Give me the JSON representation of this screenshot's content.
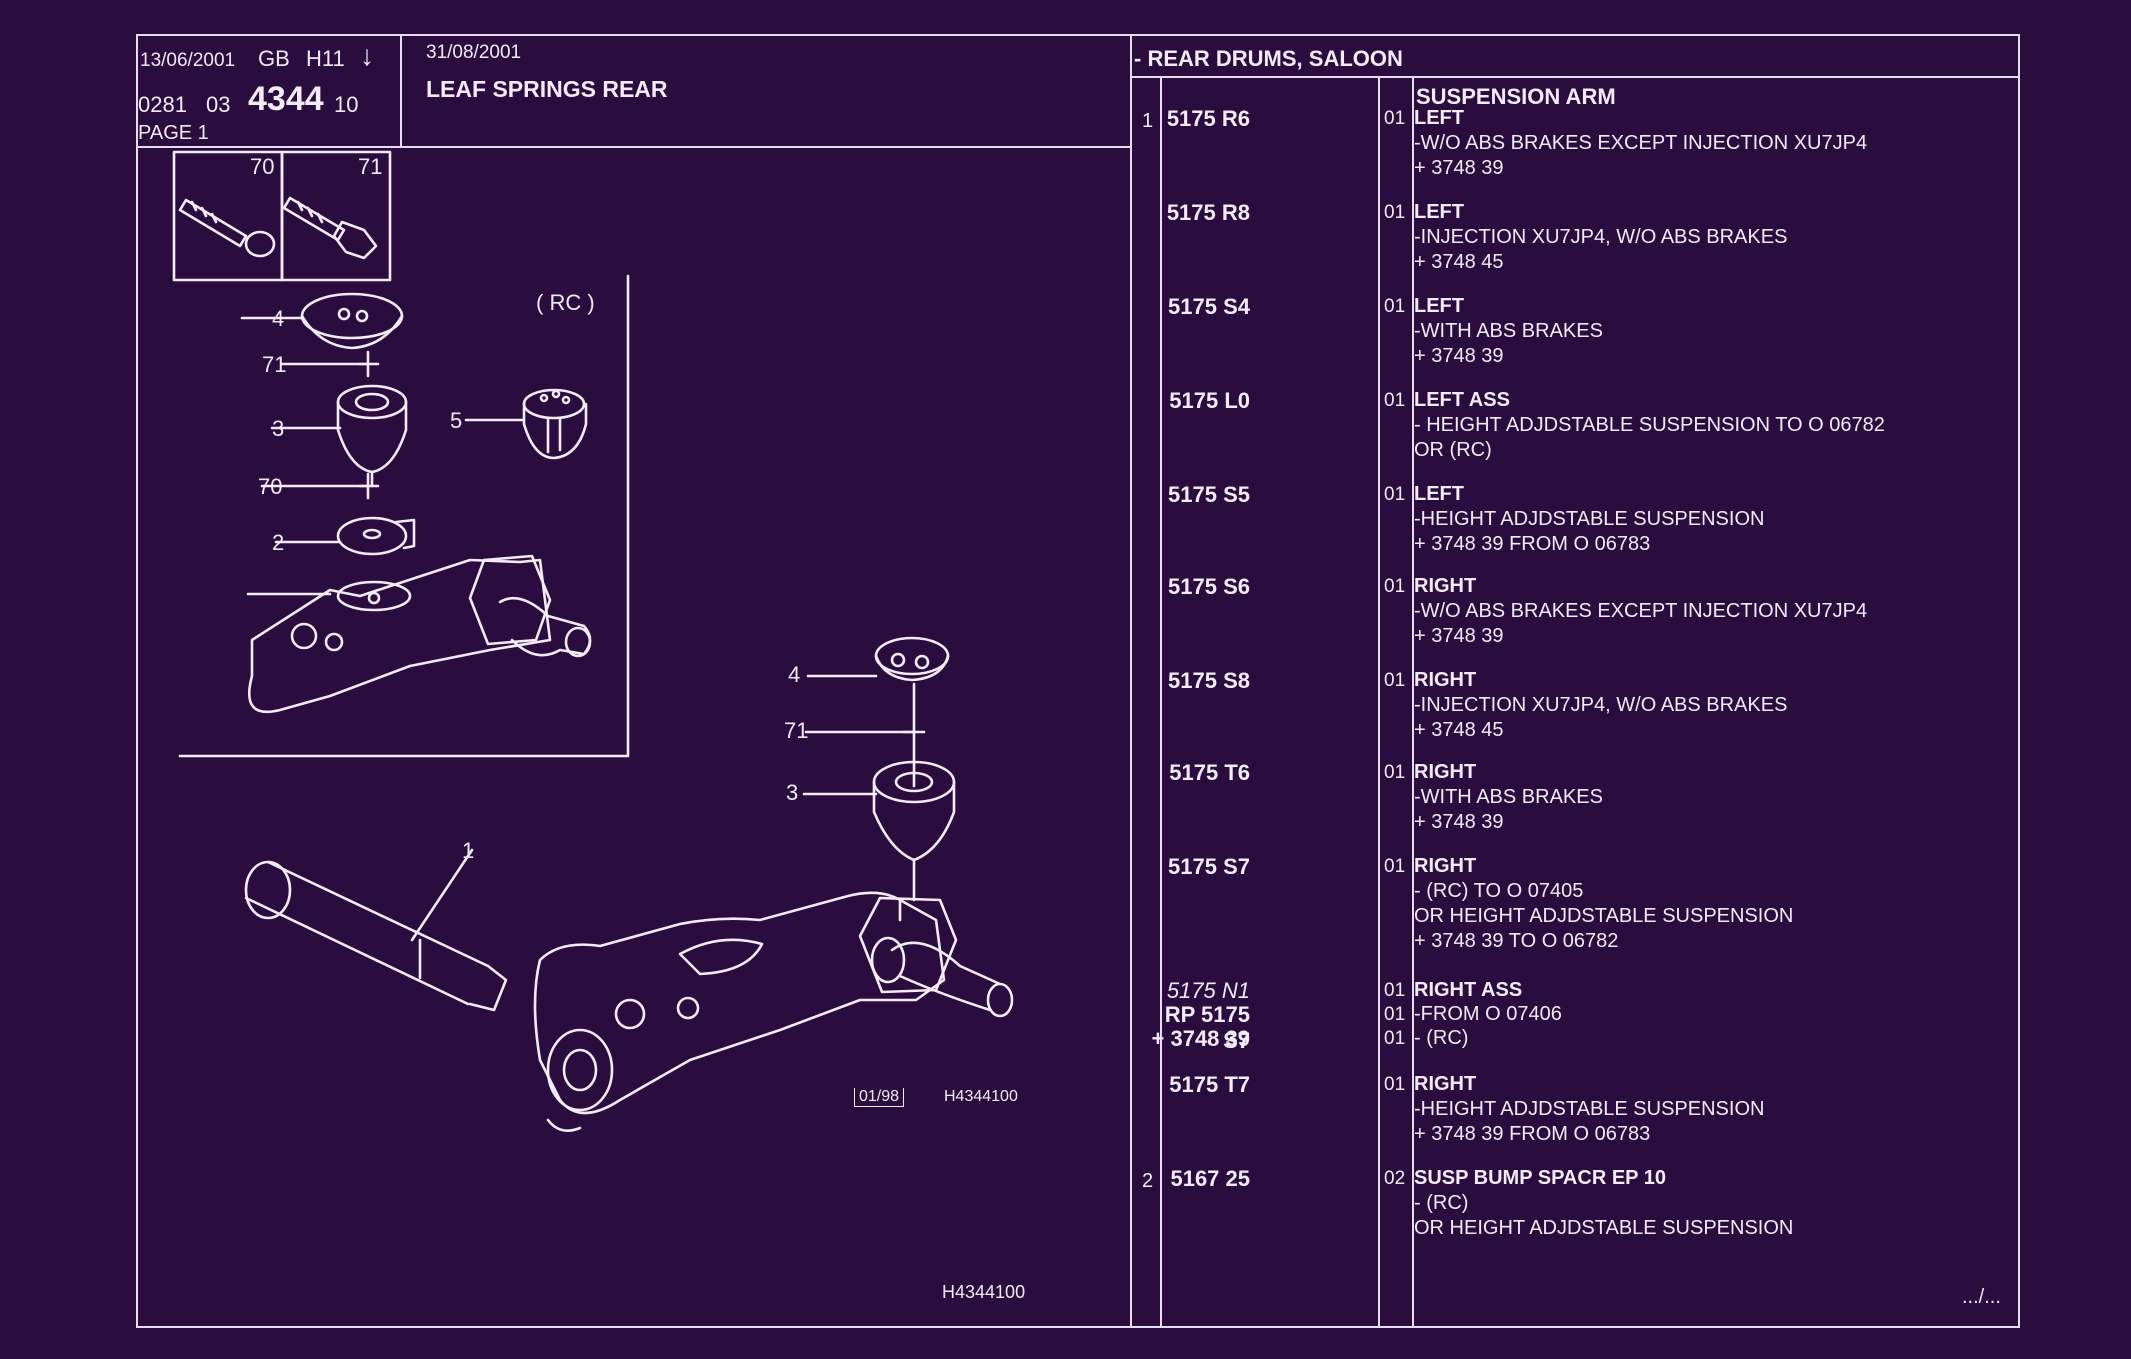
{
  "header": {
    "date1": "13/06/2001",
    "lang": "GB",
    "code": "H11",
    "arrow": "↓",
    "group": "0281",
    "sub": "03",
    "plate": "4344",
    "suffix": "10",
    "page": "PAGE 1",
    "date2": "31/08/2001",
    "title": "LEAF SPRINGS REAR",
    "section": "- REAR DRUMS, SALOON"
  },
  "diagram": {
    "rc_label": "( RC )",
    "callouts": [
      "70",
      "71",
      "4",
      "71",
      "3",
      "70",
      "2",
      "5",
      "4",
      "71",
      "3",
      "1"
    ],
    "stamp": "01/98",
    "ref_small": "H4344100",
    "ref_bottom": "H4344100"
  },
  "parts_heading": "SUSPENSION ARM",
  "rows": [
    {
      "item": "1",
      "ref": "5175 R6",
      "qty": "01",
      "lines": [
        "LEFT",
        "-W/O ABS BRAKES EXCEPT  INJECTION XU7JP4",
        "+ 3748 39"
      ]
    },
    {
      "item": "",
      "ref": "5175 R8",
      "qty": "01",
      "lines": [
        "LEFT",
        "-INJECTION XU7JP4, W/O ABS BRAKES",
        "+ 3748 45"
      ]
    },
    {
      "item": "",
      "ref": "5175 S4",
      "qty": "01",
      "lines": [
        "LEFT",
        "-WITH ABS BRAKES",
        "+ 3748 39"
      ]
    },
    {
      "item": "",
      "ref": "5175 L0",
      "qty": "01",
      "lines": [
        "LEFT ASS",
        "-    HEIGHT ADJDSTABLE SUSPENSION TO  O  06782",
        "OR (RC)"
      ]
    },
    {
      "item": "",
      "ref": "5175 S5",
      "qty": "01",
      "lines": [
        "LEFT",
        "-HEIGHT ADJDSTABLE SUSPENSION",
        "+ 3748 39 FROM  O  06783"
      ]
    },
    {
      "item": "",
      "ref": "5175 S6",
      "qty": "01",
      "lines": [
        "RIGHT",
        "-W/O ABS BRAKES EXCEPT  INJECTION XU7JP4",
        "+ 3748 39"
      ]
    },
    {
      "item": "",
      "ref": "5175 S8",
      "qty": "01",
      "lines": [
        "RIGHT",
        "-INJECTION XU7JP4, W/O ABS BRAKES",
        "+ 3748 45"
      ]
    },
    {
      "item": "",
      "ref": "5175 T6",
      "qty": "01",
      "lines": [
        "RIGHT",
        "-WITH ABS BRAKES",
        "+ 3748 39"
      ]
    },
    {
      "item": "",
      "ref": "5175 S7",
      "qty": "01",
      "lines": [
        "RIGHT",
        "-     (RC) TO  O  07405",
        "OR HEIGHT ADJDSTABLE SUSPENSION",
        "       + 3748 39 TO  O  06782"
      ]
    },
    {
      "item": "",
      "ref": "5175 N1",
      "qty": "01",
      "italic": true,
      "lines": [
        "RIGHT ASS"
      ]
    },
    {
      "item": "",
      "ref": "RP  5175 S7",
      "qty": "01",
      "lines": [
        "-FROM  O  07406"
      ]
    },
    {
      "item": "",
      "ref": "+  3748 39",
      "qty": "01",
      "lines": [
        "-     (RC)"
      ]
    },
    {
      "item": "",
      "ref": "5175 T7",
      "qty": "01",
      "lines": [
        "RIGHT",
        "-HEIGHT ADJDSTABLE SUSPENSION",
        "+ 3748 39 FROM  O  06783"
      ]
    },
    {
      "item": "2",
      "ref": "5167 25",
      "qty": "02",
      "lines": [
        "SUSP BUMP SPACR EP 10",
        "-     (RC)",
        "OR HEIGHT ADJDSTABLE SUSPENSION"
      ]
    }
  ],
  "continuation": ".../..."
}
